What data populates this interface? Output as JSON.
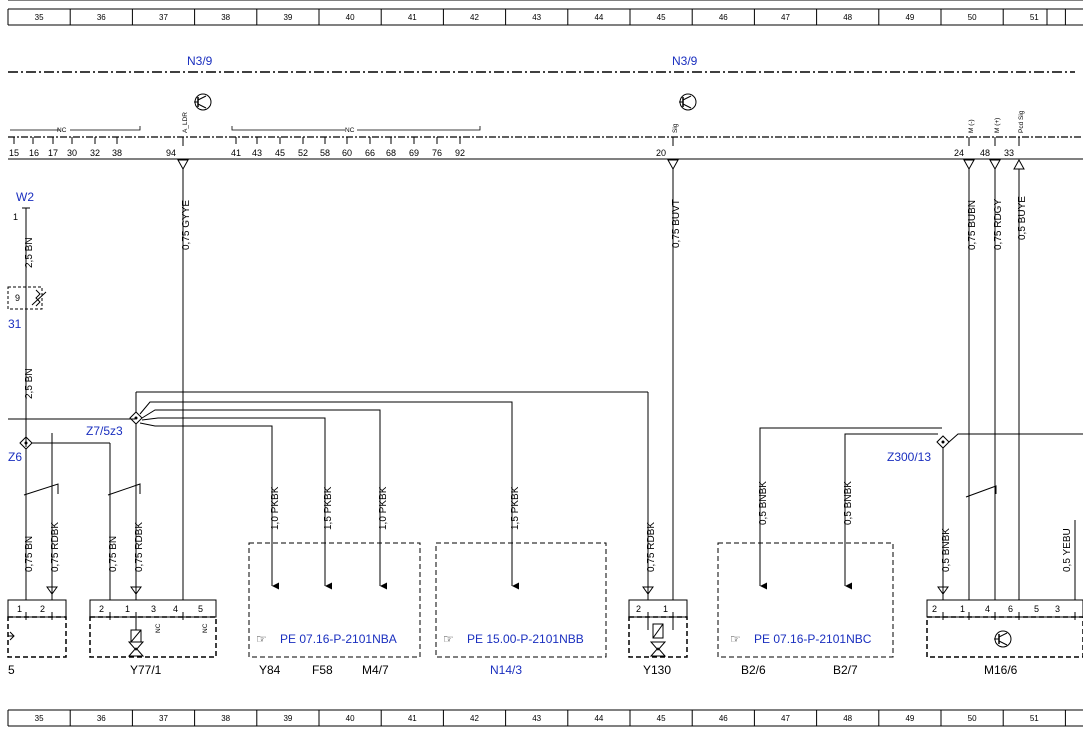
{
  "grid": [
    "35",
    "36",
    "37",
    "38",
    "39",
    "40",
    "41",
    "42",
    "43",
    "44",
    "45",
    "46",
    "47",
    "48",
    "49",
    "50",
    "51"
  ],
  "modules": {
    "n39_left": "N3/9",
    "n39_right": "N3/9"
  },
  "connector_left_pins": [
    "15",
    "16",
    "17",
    "30",
    "32",
    "38"
  ],
  "pin_94": "94",
  "connector_mid_pins": [
    "41",
    "43",
    "45",
    "52",
    "58",
    "60",
    "66",
    "68",
    "69",
    "76",
    "92"
  ],
  "pin_20": "20",
  "pins_right": [
    "24",
    "48",
    "33"
  ],
  "nc": "NC",
  "sig_labels": {
    "a_ldr": "A_LDR",
    "sig": "Sig",
    "m_minus": "M (-)",
    "m_plus": "M (+)",
    "pcd_sig": "Pcd Sig"
  },
  "w2": "W2",
  "w2_pin": "1",
  "pin_9": "9",
  "ref_31": "31",
  "ref_z6": "Z6",
  "z7": "Z7/5z3",
  "z300": "Z300/13",
  "wires": {
    "w2_bn_top": "2,5 BN",
    "w2_bn_mid": "2,5 BN",
    "gyye": "0,75 GYYE",
    "buvt": "0,75 BUVT",
    "bubn": "0,75 BUBN",
    "rdgy": "0,75 RDGY",
    "buye": "0,5 BUYE",
    "bn1": "0,75 BN",
    "rdbk1": "0,75 RDBK",
    "bn2": "0,75 BN",
    "rdbk2": "0,75 RDBK",
    "pkbk1": "1,0 PKBK",
    "pkbk2": "1,5 PKBK",
    "pkbk3": "1,0 PKBK",
    "pkbk4": "1,5 PKBK",
    "rdbk3": "0,75 RDBK",
    "bnbk1": "0,5 BNBK",
    "bnbk2": "0,5 BNBK",
    "bnbk3": "0,5 BNBK",
    "yebu": "0,5 YEBU"
  },
  "y771_pins": [
    "2",
    "1",
    "3",
    "4",
    "5"
  ],
  "left_pins": [
    "1",
    "2"
  ],
  "y130_pins": [
    "2",
    "1"
  ],
  "m166_pins": [
    "2",
    "1",
    "4",
    "6",
    "5",
    "3"
  ],
  "refs": {
    "nba": "PE 07.16-P-2101NBA",
    "nbb": "PE 15.00-P-2101NBB",
    "nbc": "PE 07.16-P-2101NBC"
  },
  "components": {
    "c5": "5",
    "y771": "Y77/1",
    "y84": "Y84",
    "f58": "F58",
    "m47": "M4/7",
    "n143": "N14/3",
    "y130": "Y130",
    "b26": "B2/6",
    "b27": "B2/7",
    "m166": "M16/6"
  }
}
